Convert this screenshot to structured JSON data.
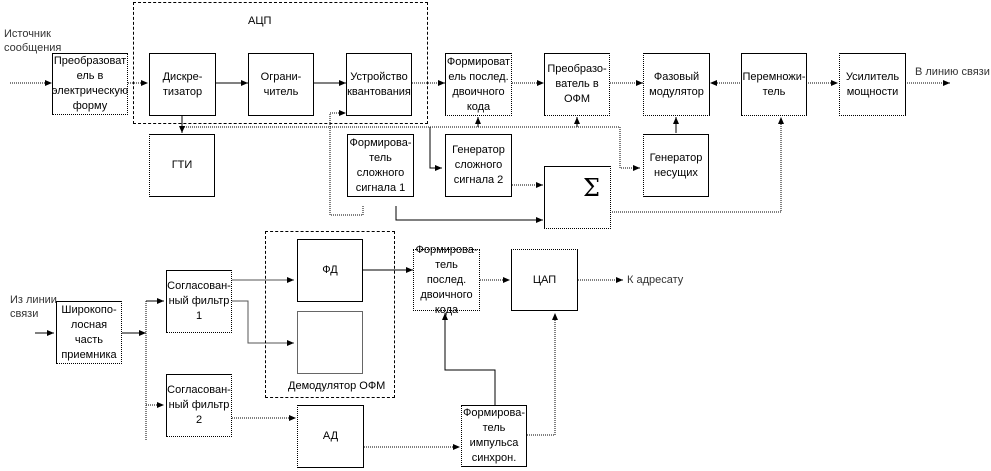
{
  "diagram": {
    "transmitter": {
      "input_label": "Источник\nсообщения",
      "output_label": "В линию связи",
      "adc_group_label": "АЦП",
      "blocks": {
        "converter": "Преобразоват\nель в\nэлектрическую\nформу",
        "sampler": "Дискре-\nтизатор",
        "limiter": "Ограни-\nчитель",
        "quantizer": "Устройство\nквантования",
        "binary_seq_former": "Формироват\nель послед.\nдвоичного\nкода",
        "ofm_converter": "Преобразо-\nватель в\nОФМ",
        "phase_modulator": "Фазовый\nмодулятор",
        "multiplier": "Перемножи-\nтель",
        "power_amp": "Усилитель\nмощности",
        "gti": "ГТИ",
        "complex_signal_former_1": "Формирова-\nтель\nсложного\nсигнала 1",
        "complex_signal_gen_2": "Генератор\nсложного\nсигнала 2",
        "summator": "Σ",
        "carrier_gen": "Генератор\nнесущих"
      }
    },
    "receiver": {
      "input_label": "Из линии\nсвязи",
      "output_label": "К адресату",
      "demod_group_label": "Демодулятор ОФМ",
      "blocks": {
        "wideband": "Широкопо-\nлосная\nчасть\nприемника",
        "matched_filter_1": "Согласован-\nный фильтр\n1",
        "matched_filter_2": "Согласован-\nный фильтр\n2",
        "pd": "ФД",
        "demod_lower": "",
        "ad": "АД",
        "binary_seq_former_rx": "Формирова-\nтель послед.\nдвоичного\nкода",
        "dac": "ЦАП",
        "sync_pulse_former": "Формирова-\nтель\nимпульса\nсинхрон."
      }
    }
  }
}
